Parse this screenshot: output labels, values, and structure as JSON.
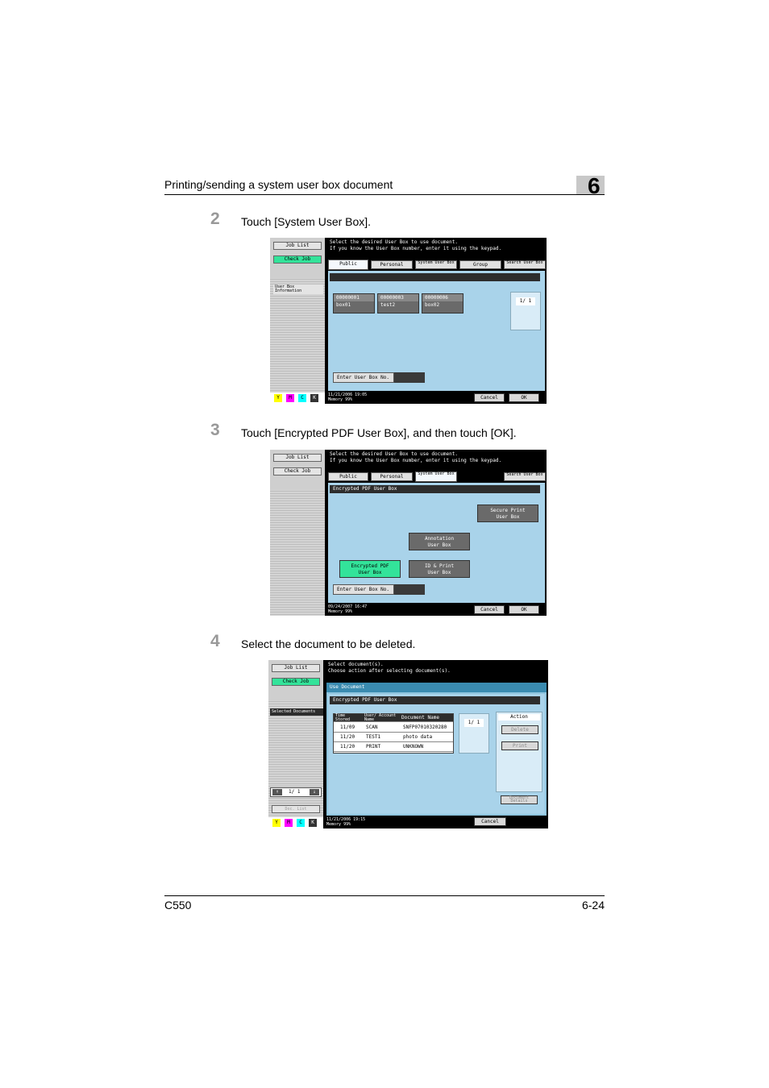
{
  "header": {
    "title": "Printing/sending a system user box document",
    "chapter": "6"
  },
  "steps": [
    {
      "number": "2",
      "text": "Touch [System User Box]."
    },
    {
      "number": "3",
      "text": "Touch [Encrypted PDF User Box], and then touch [OK]."
    },
    {
      "number": "4",
      "text": "Select the document to be deleted."
    }
  ],
  "shot1": {
    "side": {
      "job_list": "Job List",
      "check_job": "Check Job",
      "info": "User Box Information"
    },
    "message": [
      "Select the desired User Box to use document.",
      "If you know the User Box number, enter it using the keypad."
    ],
    "tabs": [
      "Public",
      "Personal",
      "System User Box",
      "Group",
      "Search User Box"
    ],
    "boxes": [
      {
        "number": "00000001",
        "name": "box01"
      },
      {
        "number": "00000003",
        "name": "test2"
      },
      {
        "number": "00000006",
        "name": "box02"
      }
    ],
    "page": "1/ 1",
    "enter_label": "Enter User Box No.",
    "status": [
      "11/21/2006    19:05",
      "Memory        99%"
    ],
    "cancel": "Cancel",
    "ok": "OK",
    "ymck": [
      "Y",
      "M",
      "C",
      "K"
    ]
  },
  "shot2": {
    "side": {
      "job_list": "Job List",
      "check_job": "Check Job"
    },
    "message": [
      "Select the desired User Box to use document.",
      "If you know the User Box number, enter it using the keypad."
    ],
    "tabs": [
      "Public",
      "Personal",
      "System User Box",
      "Search User Box"
    ],
    "section": "Encrypted PDF User Box",
    "buttons": {
      "secure": [
        "Secure Print",
        "User Box"
      ],
      "annotation": [
        "Annotation",
        "User Box"
      ],
      "encrypted": [
        "Encrypted PDF",
        "User Box"
      ],
      "idprint": [
        "ID & Print",
        "User Box"
      ]
    },
    "enter_label": "Enter User Box No.",
    "status": [
      "09/24/2007    16:47",
      "Memory        99%"
    ],
    "cancel": "Cancel",
    "ok": "OK"
  },
  "shot3": {
    "side": {
      "job_list": "Job List",
      "check_job": "Check Job",
      "selected": "Selected Documents",
      "page": "1/ 1",
      "doc_list": "Doc. List"
    },
    "message": [
      "Select document(s).",
      "Choose action after selecting document(s)."
    ],
    "use_document": "Use Document",
    "section": "Encrypted PDF User Box",
    "columns": [
      "Time Stored",
      "User/ Account Name",
      "Document Name"
    ],
    "rows": [
      [
        "11/09",
        "SCAN",
        "SNFP07010320280"
      ],
      [
        "11/20",
        "TEST1",
        "photo data"
      ],
      [
        "11/20",
        "PRINT",
        "UNKNOWN"
      ]
    ],
    "page": "1/ 1",
    "action": {
      "title": "Action",
      "delete": "Delete",
      "print": "Print",
      "details": "Document Details"
    },
    "status": [
      "11/21/2006    19:15",
      "Memory        99%"
    ],
    "cancel": "Cancel",
    "ymck": [
      "Y",
      "M",
      "C",
      "K"
    ]
  },
  "footer": {
    "model": "C550",
    "page": "6-24"
  }
}
